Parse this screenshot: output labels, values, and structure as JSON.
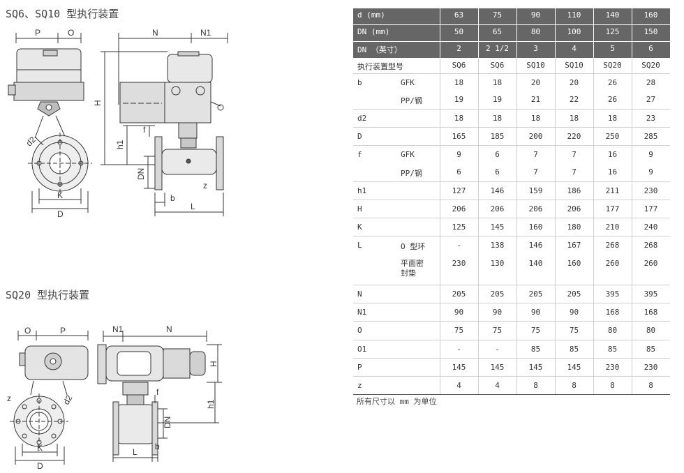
{
  "titles": {
    "sq6_sq10": "SQ6、SQ10 型执行装置",
    "sq20": "SQ20 型执行装置"
  },
  "drawing_labels": {
    "top_front": {
      "P": "P",
      "O": "O",
      "d2": "d2",
      "K": "K",
      "D": "D"
    },
    "top_side": {
      "N": "N",
      "N1": "N1",
      "H": "H",
      "f": "f",
      "h1": "h1",
      "DN": "DN",
      "z": "z",
      "b": "b",
      "L": "L"
    },
    "bottom_front": {
      "O": "O",
      "P": "P",
      "z": "z",
      "d2": "d2",
      "K": "K",
      "D": "D"
    },
    "bottom_side": {
      "N1": "N1",
      "N": "N",
      "H": "H",
      "f": "f",
      "h1": "h1",
      "DN": "DN",
      "b": "b",
      "L": "L"
    }
  },
  "table": {
    "header_rows": [
      {
        "label": "d (mm)",
        "values": [
          "63",
          "75",
          "90",
          "110",
          "140",
          "160"
        ]
      },
      {
        "label": "DN (mm)",
        "values": [
          "50",
          "65",
          "80",
          "100",
          "125",
          "150"
        ]
      },
      {
        "label": "DN （英寸）",
        "values": [
          "2",
          "2 1/2",
          "3",
          "4",
          "5",
          "6"
        ]
      }
    ],
    "model_row": {
      "label": "执行装置型号",
      "values": [
        "SQ6",
        "SQ6",
        "SQ10",
        "SQ10",
        "SQ20",
        "SQ20"
      ]
    },
    "rows": [
      {
        "param": "b",
        "sub": "GFK",
        "values": [
          "18",
          "18",
          "20",
          "20",
          "26",
          "28"
        ]
      },
      {
        "param": "",
        "sub": "PP/钢",
        "values": [
          "19",
          "19",
          "21",
          "22",
          "26",
          "27"
        ]
      },
      {
        "param": "d2",
        "sub": "",
        "values": [
          "18",
          "18",
          "18",
          "18",
          "18",
          "23"
        ]
      },
      {
        "param": "D",
        "sub": "",
        "values": [
          "165",
          "185",
          "200",
          "220",
          "250",
          "285"
        ]
      },
      {
        "param": "f",
        "sub": "GFK",
        "values": [
          "9",
          "6",
          "7",
          "7",
          "16",
          "9"
        ]
      },
      {
        "param": "",
        "sub": "PP/钢",
        "values": [
          "6",
          "6",
          "7",
          "7",
          "16",
          "9"
        ]
      },
      {
        "param": "h1",
        "sub": "",
        "values": [
          "127",
          "146",
          "159",
          "186",
          "211",
          "230"
        ]
      },
      {
        "param": "H",
        "sub": "",
        "values": [
          "206",
          "206",
          "206",
          "206",
          "177",
          "177"
        ]
      },
      {
        "param": "K",
        "sub": "",
        "values": [
          "125",
          "145",
          "160",
          "180",
          "210",
          "240"
        ]
      },
      {
        "param": "L",
        "sub": "O 型环",
        "values": [
          "-",
          "138",
          "146",
          "167",
          "268",
          "268"
        ]
      },
      {
        "param": "",
        "sub": "平面密封垫",
        "values": [
          "230",
          "130",
          "140",
          "160",
          "260",
          "260"
        ]
      },
      {
        "param": "N",
        "sub": "",
        "values": [
          "205",
          "205",
          "205",
          "205",
          "395",
          "395"
        ]
      },
      {
        "param": "N1",
        "sub": "",
        "values": [
          "90",
          "90",
          "90",
          "90",
          "168",
          "168"
        ]
      },
      {
        "param": "O",
        "sub": "",
        "values": [
          "75",
          "75",
          "75",
          "75",
          "80",
          "80"
        ]
      },
      {
        "param": "O1",
        "sub": "",
        "values": [
          "-",
          "-",
          "85",
          "85",
          "85",
          "85"
        ]
      },
      {
        "param": "P",
        "sub": "",
        "values": [
          "145",
          "145",
          "145",
          "145",
          "230",
          "230"
        ]
      },
      {
        "param": "z",
        "sub": "",
        "values": [
          "4",
          "4",
          "8",
          "8",
          "8",
          "8"
        ]
      }
    ],
    "footnote": "所有尺寸以 mm 为单位"
  }
}
